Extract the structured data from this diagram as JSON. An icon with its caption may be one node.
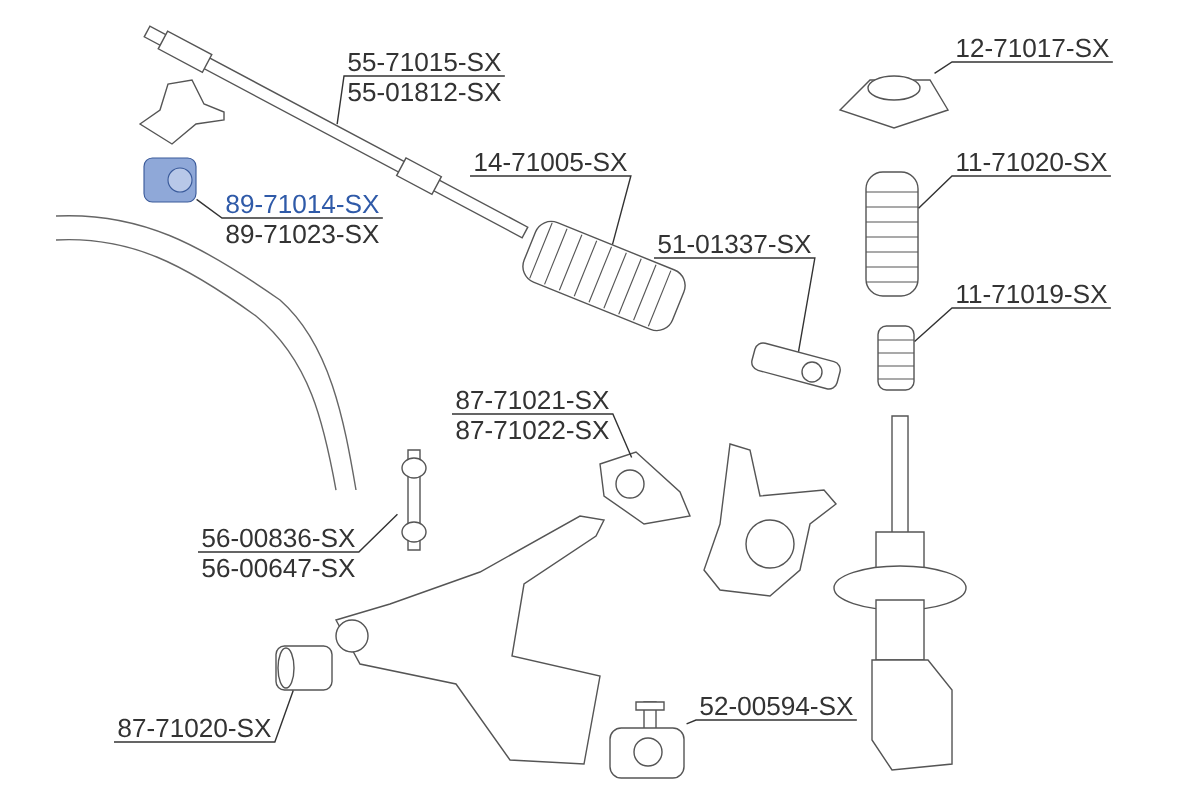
{
  "diagram": {
    "nodes": [
      {
        "text": [
          "55-71015-SX",
          "55-01812-SX"
        ]
      },
      {
        "text": [],
        "shape": "picture"
      },
      {
        "text": [
          "89-71014-SX",
          "89-71023-SX"
        ]
      },
      {
        "text": [],
        "shape": "picture"
      },
      {
        "text": [
          "14-71005-SX"
        ]
      },
      {
        "text": [],
        "shape": "picture"
      },
      {
        "text": [
          "51-01337-SX"
        ]
      },
      {
        "text": [],
        "shape": "picture"
      },
      {
        "text": [
          "12-71017-SX"
        ]
      },
      {
        "text": [],
        "shape": "picture"
      },
      {
        "text": [
          "11-71020-SX"
        ]
      },
      {
        "text": [],
        "shape": "picture"
      },
      {
        "text": [
          "11-71019-SX"
        ]
      },
      {
        "text": [],
        "shape": "picture"
      },
      {
        "text": [
          "87-71021-SX",
          "87-71022-SX"
        ]
      },
      {
        "text": [],
        "shape": "picture"
      },
      {
        "text": [
          "56-00836-SX",
          "56-00647-SX"
        ]
      },
      {
        "text": [],
        "shape": "picture"
      },
      {
        "text": [
          "87-71020-SX"
        ]
      },
      {
        "text": [],
        "shape": "picture"
      },
      {
        "text": [
          "52-00594-SX"
        ]
      },
      {
        "text": [],
        "shape": "picture"
      }
    ],
    "edges": [
      {
        "from": 0,
        "to": 1,
        "arrow": "none"
      },
      {
        "from": 2,
        "to": 3,
        "arrow": "none"
      },
      {
        "from": 4,
        "to": 5,
        "arrow": "none"
      },
      {
        "from": 6,
        "to": 7,
        "arrow": "none"
      },
      {
        "from": 8,
        "to": 9,
        "arrow": "none"
      },
      {
        "from": 10,
        "to": 11,
        "arrow": "none"
      },
      {
        "from": 12,
        "to": 13,
        "arrow": "none"
      },
      {
        "from": 14,
        "to": 15,
        "arrow": "none"
      },
      {
        "from": 16,
        "to": 17,
        "arrow": "none"
      },
      {
        "from": 18,
        "to": 19,
        "arrow": "none"
      },
      {
        "from": 20,
        "to": 21,
        "arrow": "none"
      }
    ]
  }
}
